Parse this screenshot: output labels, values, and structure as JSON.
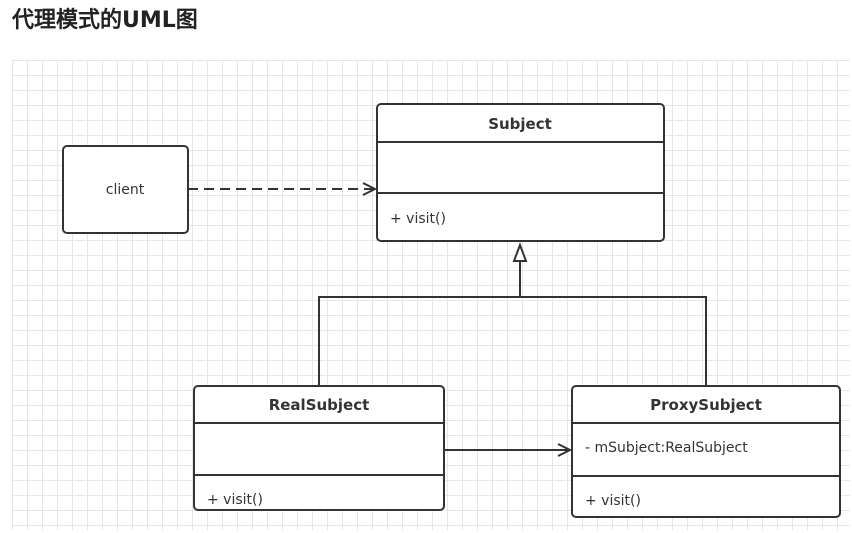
{
  "title": "代理模式的UML图",
  "colors": {
    "stroke": "#333333",
    "grid": "#e6e6e6",
    "box_fill": "#ffffff",
    "text": "#333333"
  },
  "diagram": {
    "client": {
      "label": "client"
    },
    "subject": {
      "name": "Subject",
      "attributes": "",
      "method": "+ visit()"
    },
    "real_subject": {
      "name": "RealSubject",
      "attributes": "",
      "method": "+ visit()"
    },
    "proxy_subject": {
      "name": "ProxySubject",
      "attribute": "- mSubject:RealSubject",
      "method": "+ visit()"
    },
    "relations": [
      {
        "from": "client",
        "to": "Subject",
        "type": "dependency"
      },
      {
        "from": "RealSubject",
        "to": "Subject",
        "type": "realization"
      },
      {
        "from": "ProxySubject",
        "to": "Subject",
        "type": "realization"
      },
      {
        "from": "RealSubject",
        "to": "ProxySubject",
        "type": "association"
      }
    ]
  }
}
